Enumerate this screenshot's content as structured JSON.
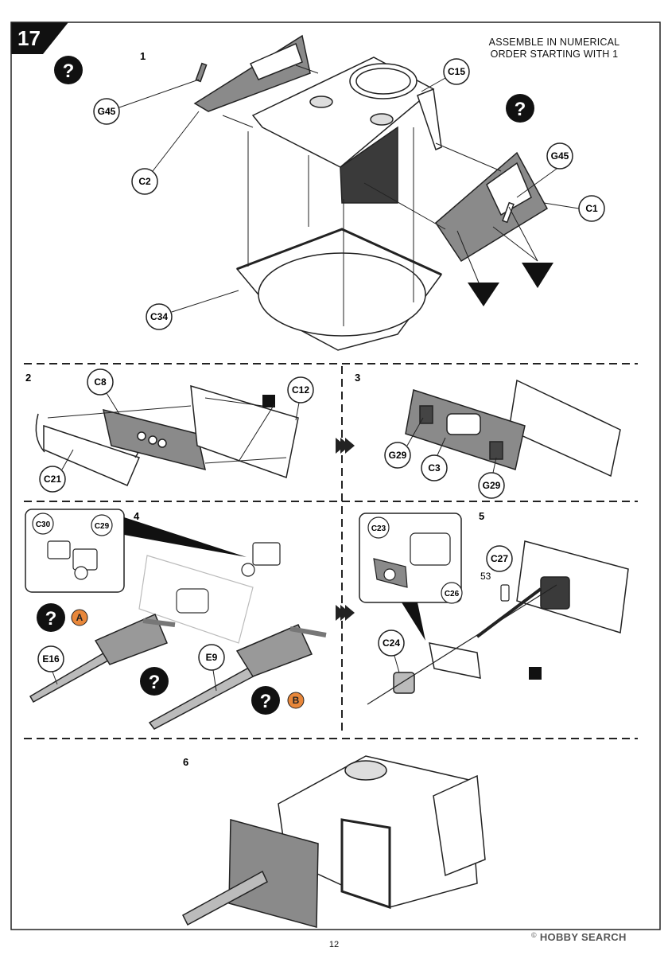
{
  "page": {
    "title_number": "17",
    "page_number": "12",
    "instruction": "ASSEMBLE IN NUMERICAL ORDER STARTING WITH 1",
    "watermark": "HOBBY SEARCH",
    "watermark_symbol": "©"
  },
  "steps": {
    "s1": "1",
    "s2": "2",
    "s3": "3",
    "s4": "4",
    "s5": "5",
    "s6": "6"
  },
  "callouts": {
    "g45_a": "G45",
    "c2": "C2",
    "c15": "C15",
    "g45_b": "G45",
    "c1": "C1",
    "c34": "C34",
    "c8": "C8",
    "c12": "C12",
    "c21": "C21",
    "g29_a": "G29",
    "c3": "C3",
    "g29_b": "G29",
    "c30": "C30",
    "c29": "C29",
    "e16": "E16",
    "e9": "E9",
    "c23": "C23",
    "c26": "C26",
    "c27": "C27",
    "c24": "C24"
  },
  "markers": {
    "qmark": "?",
    "option_a": "A",
    "option_b": "B",
    "part_number": "53"
  },
  "colors": {
    "badge_orange": "#e8873a",
    "panel_gray": "#8a8a8a",
    "dark_panel": "#3a3a3a",
    "line": "#222222"
  }
}
